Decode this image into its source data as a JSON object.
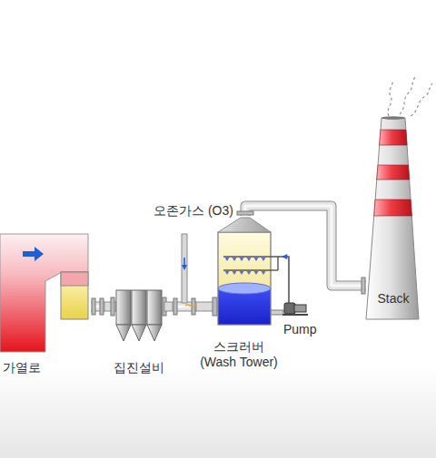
{
  "diagram": {
    "nodes": [
      {
        "text": [
          "가열로"
        ]
      },
      {
        "text": [
          "집진설비"
        ]
      },
      {
        "text": [
          "스크러버 (Wash Tower)"
        ]
      },
      {
        "text": [
          "Pump"
        ]
      },
      {
        "text": [
          "Stack"
        ]
      }
    ],
    "edges": [
      {
        "from": 0,
        "to": 1,
        "arrow": "none"
      },
      {
        "from": 1,
        "to": 2,
        "arrow": "none"
      },
      {
        "from": 2,
        "to": 4,
        "arrow": "none"
      },
      {
        "from": 3,
        "to": 2,
        "arrow": "to"
      }
    ],
    "labels": [
      "오존가스 (O3)"
    ]
  }
}
